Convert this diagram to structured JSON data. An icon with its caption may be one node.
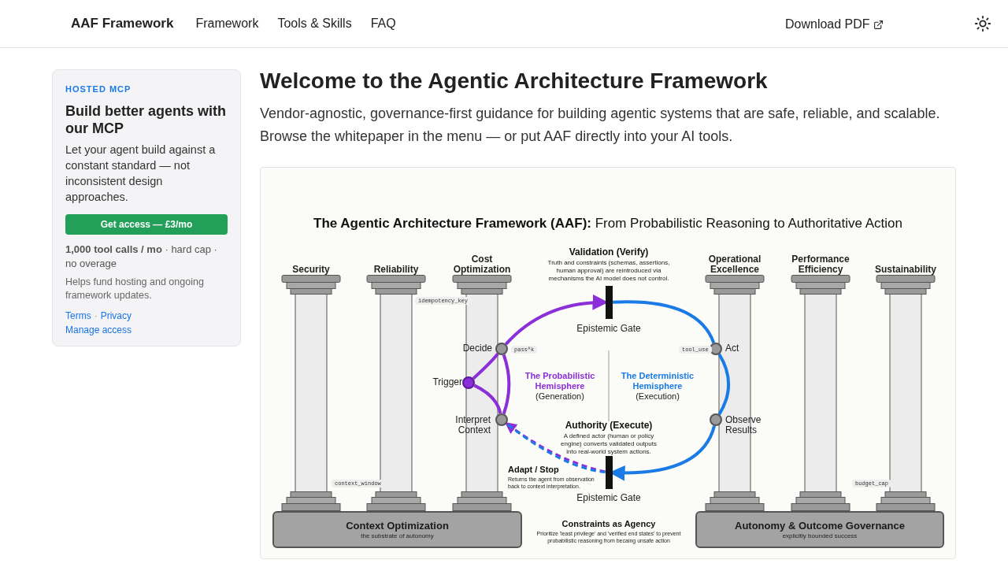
{
  "diagram": {
    "title": "**The Agentic Architecture Framework (AAF):** From Probabilistic Reasoning to Authoritative Action",
    "nodes": [
      {
        "text": [
          "Context Optimization",
          "the substrate of autonomy"
        ]
      },
      {
        "text": [
          "Autonomy & Outcome Governance",
          "explicitly bounded success"
        ]
      },
      {
        "text": [],
        "shape": "circle",
        "beside": [
          "Trigger"
        ]
      },
      {
        "text": [],
        "shape": "circle",
        "beside": [
          "Decide"
        ]
      },
      {
        "text": [],
        "shape": "circle",
        "beside": [
          "Interpret Context"
        ]
      },
      {
        "text": [],
        "shape": "bar",
        "beside": [
          "Epistemic Gate"
        ]
      },
      {
        "text": [],
        "shape": "circle",
        "beside": [
          "Act"
        ]
      },
      {
        "text": [],
        "shape": "circle",
        "beside": [
          "Observe Results"
        ]
      },
      {
        "text": [],
        "shape": "bar",
        "beside": [
          "Epistemic Gate"
        ]
      }
    ],
    "edges": [
      {
        "from": 2,
        "to": 3,
        "arrow": "none",
        "color": "#8b2fd9"
      },
      {
        "from": 2,
        "to": 4,
        "arrow": "none",
        "color": "#8b2fd9"
      },
      {
        "from": 4,
        "to": 3,
        "arrow": "none",
        "color": "#8b2fd9"
      },
      {
        "from": 3,
        "to": 5,
        "arrow": "to",
        "color": "#8b2fd9"
      },
      {
        "from": 5,
        "to": 6,
        "arrow": "none",
        "color": "#1a7be6"
      },
      {
        "from": 6,
        "to": 7,
        "arrow": "none",
        "color": "#1a7be6"
      },
      {
        "from": 7,
        "to": 8,
        "arrow": "to",
        "color": "#1a7be6"
      },
      {
        "from": 8,
        "to": 4,
        "arrow": "to",
        "style": "dashed",
        "color": "#8b2fd9"
      },
      {
        "from": 8,
        "to": 4,
        "arrow": "none",
        "style": "dashed",
        "color": "#1a7be6"
      }
    ],
    "labels": [
      "AAF Framework",
      "Framework",
      "Tools & Skills",
      "FAQ",
      "Download PDF",
      "HOSTED MCP",
      "Build better agents with our MCP",
      "Let your agent build against a constant standard — not inconsistent design approaches.",
      "Get access — £3/mo",
      "**1,000 tool calls / mo** · hard cap · no overage",
      "Helps fund hosting and ongoing framework updates.",
      "Terms",
      "·",
      "Privacy",
      "Manage access",
      "Welcome to the Agentic Architecture Framework",
      "Vendor-agnostic, governance-first guidance for building agentic systems that are safe, reliable, and scalable. Browse the whitepaper in the menu — or put AAF directly into your AI tools.",
      "Validation (Verify)",
      "Truth and constraints (schemas, assertions, human approval) are reintroduced via mechanisms the AI model does not control.",
      "idempotency_key",
      "pass^k",
      "tool_use",
      "The Probabilistic Hemisphere",
      "(Generation)",
      "The Deterministic Hemisphere",
      "(Execution)",
      "Authority (Execute)",
      "A defined actor (human or policy engine) converts validated outputs into real-world system actions.",
      "Adapt / Stop",
      "Returns the agent from observation back to context interpretation.",
      "context_window",
      "budget_cap",
      "Constraints as Agency",
      "Prioritize 'least privilege' and 'verified end states' to prevent probabilistic reasoning from becaing unsafe action",
      "Security",
      "Reliability",
      "Cost Optimization",
      "Operational Excellence",
      "Performance Efficiency",
      "Sustainability"
    ]
  }
}
